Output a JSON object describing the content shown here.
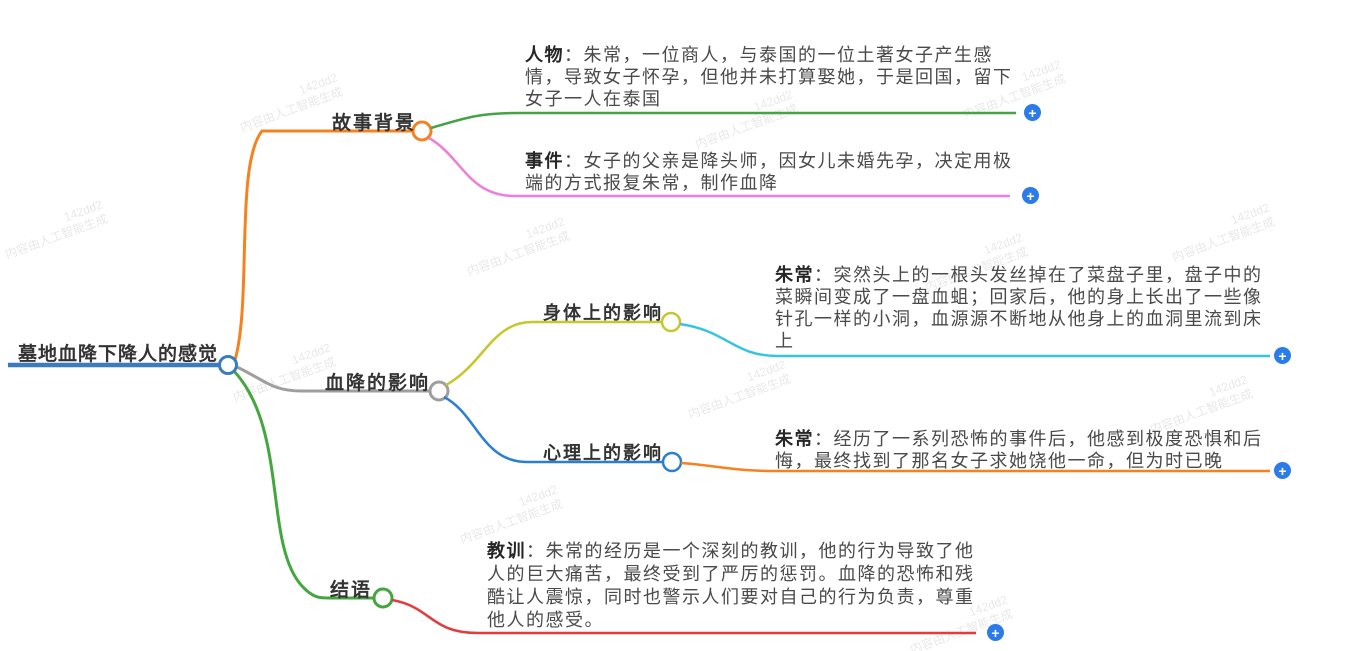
{
  "root": {
    "label": "墓地血降下降人的感觉",
    "color": "#3a7cbf"
  },
  "branches": [
    {
      "label": "故事背景",
      "color": "#f5821f",
      "children": [
        {
          "title": "人物",
          "text": "：朱常，一位商人，与泰国的一位土著女子产生感\n情，导致女子怀孕，但他并未打算娶她，于是回国，留下\n女子一人在泰国",
          "line_color": "#44a344"
        },
        {
          "title": "事件",
          "text": "：女子的父亲是降头师，因女儿未婚先孕，决定用极\n端的方式报复朱常，制作血降",
          "line_color": "#ee7ed9"
        }
      ]
    },
    {
      "label": "血降的影响",
      "color": "#9e9e9e",
      "children": [
        {
          "label": "身体上的影响",
          "line_color": "#c6c62e",
          "children": [
            {
              "title": "朱常",
              "text": "：突然头上的一根头发丝掉在了菜盘子里，盘子中的\n菜瞬间变成了一盘血蛆；回家后，他的身上长出了一些像\n针孔一样的小洞，血源源不断地从他身上的血洞里流到床\n上",
              "line_color": "#35c4e3"
            }
          ]
        },
        {
          "label": "心理上的影响",
          "line_color": "#2a7fd4",
          "children": [
            {
              "title": "朱常",
              "text": "：经历了一系列恐怖的事件后，他感到极度恐惧和后\n悔，最终找到了那名女子求她饶他一命，但为时已晚",
              "line_color": "#f5821f"
            }
          ]
        }
      ]
    },
    {
      "label": "结语",
      "color": "#43a63f",
      "children": [
        {
          "title": "教训",
          "text": "：朱常的经历是一个深刻的教训，他的行为导致了他\n人的巨大痛苦，最终受到了严厉的惩罚。血降的恐怖和残\n酷让人震惊，同时也警示人们要对自己的行为负责，尊重\n他人的感受。",
          "line_color": "#e23c3c"
        }
      ]
    }
  ],
  "icons": {
    "plus": "+"
  },
  "watermark": {
    "id_text": "142dd2",
    "caption": "内容由人工智能生成"
  },
  "colors": {
    "root_line": "#3a7cbf",
    "branch_story": "#f5821f",
    "branch_effect": "#9e9e9e",
    "branch_end": "#43a63f",
    "line_person": "#44a344",
    "line_event": "#ee7ed9",
    "line_physical": "#c6c62e",
    "line_physical_detail": "#35c4e3",
    "line_mental": "#2a7fd4",
    "line_mental_detail": "#f5821f",
    "line_lesson": "#e23c3c",
    "plus_button": "#2b7ce9"
  }
}
